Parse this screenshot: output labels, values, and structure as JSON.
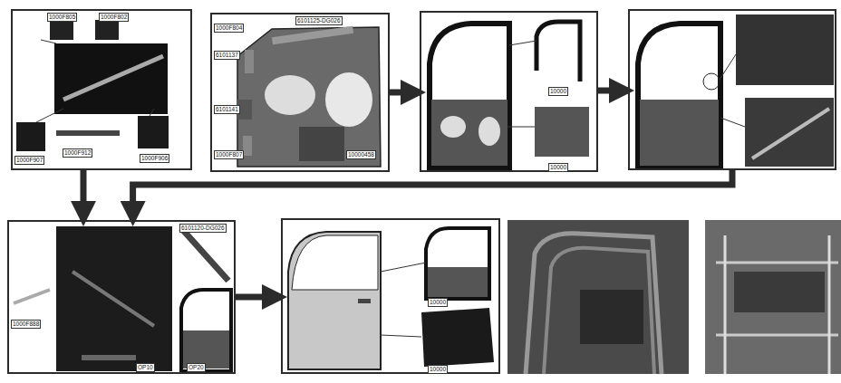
{
  "diagram": {
    "nodes": [
      {
        "text": [
          "1000F805",
          "1000F802",
          "1000F912",
          "1000F907",
          "1000F906"
        ]
      },
      {
        "text": [
          "6101125-DG026",
          "1000F804",
          "6101137",
          "6101141",
          "1000F807",
          "10000458"
        ]
      },
      {
        "text": [
          "10000",
          "10000"
        ]
      },
      {
        "text": []
      },
      {
        "text": [
          "1000F888",
          "6101120-DG026",
          "OP10",
          "OP20"
        ]
      },
      {
        "text": [
          "10000",
          "10000"
        ]
      }
    ],
    "edges": [
      {
        "from": 0,
        "to": 4,
        "arrow": "to"
      },
      {
        "from": 1,
        "to": 2,
        "arrow": "to"
      },
      {
        "from": 2,
        "to": 3,
        "arrow": "to"
      },
      {
        "from": 3,
        "to": 4,
        "arrow": "to"
      },
      {
        "from": 4,
        "to": 5,
        "arrow": "to"
      }
    ]
  }
}
